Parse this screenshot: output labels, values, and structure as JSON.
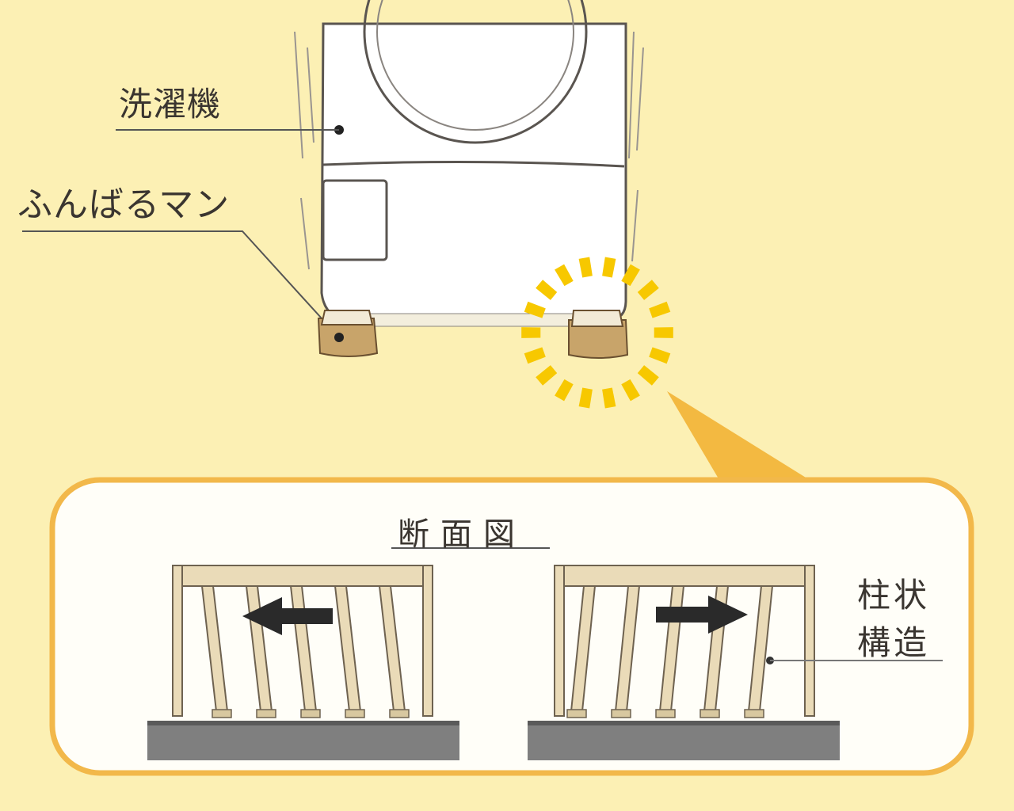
{
  "labels": {
    "washer": "洗濯機",
    "funbaruman": "ふんばるマン",
    "cross_section": "断面図",
    "pillar_line1": "柱状",
    "pillar_line2": "構造"
  },
  "arrows": {
    "left_panel": "left",
    "right_panel": "right"
  },
  "colors": {
    "background": "#fcf0b4",
    "panel_border": "#f2b84a",
    "panel_fill": "#fffef8",
    "burst": "#f7c800",
    "pad": "#c8a46a",
    "pillar": "#eadbb8",
    "floor": "#7f7f7f",
    "arrow": "#2a2a2a",
    "line": "#444444"
  }
}
